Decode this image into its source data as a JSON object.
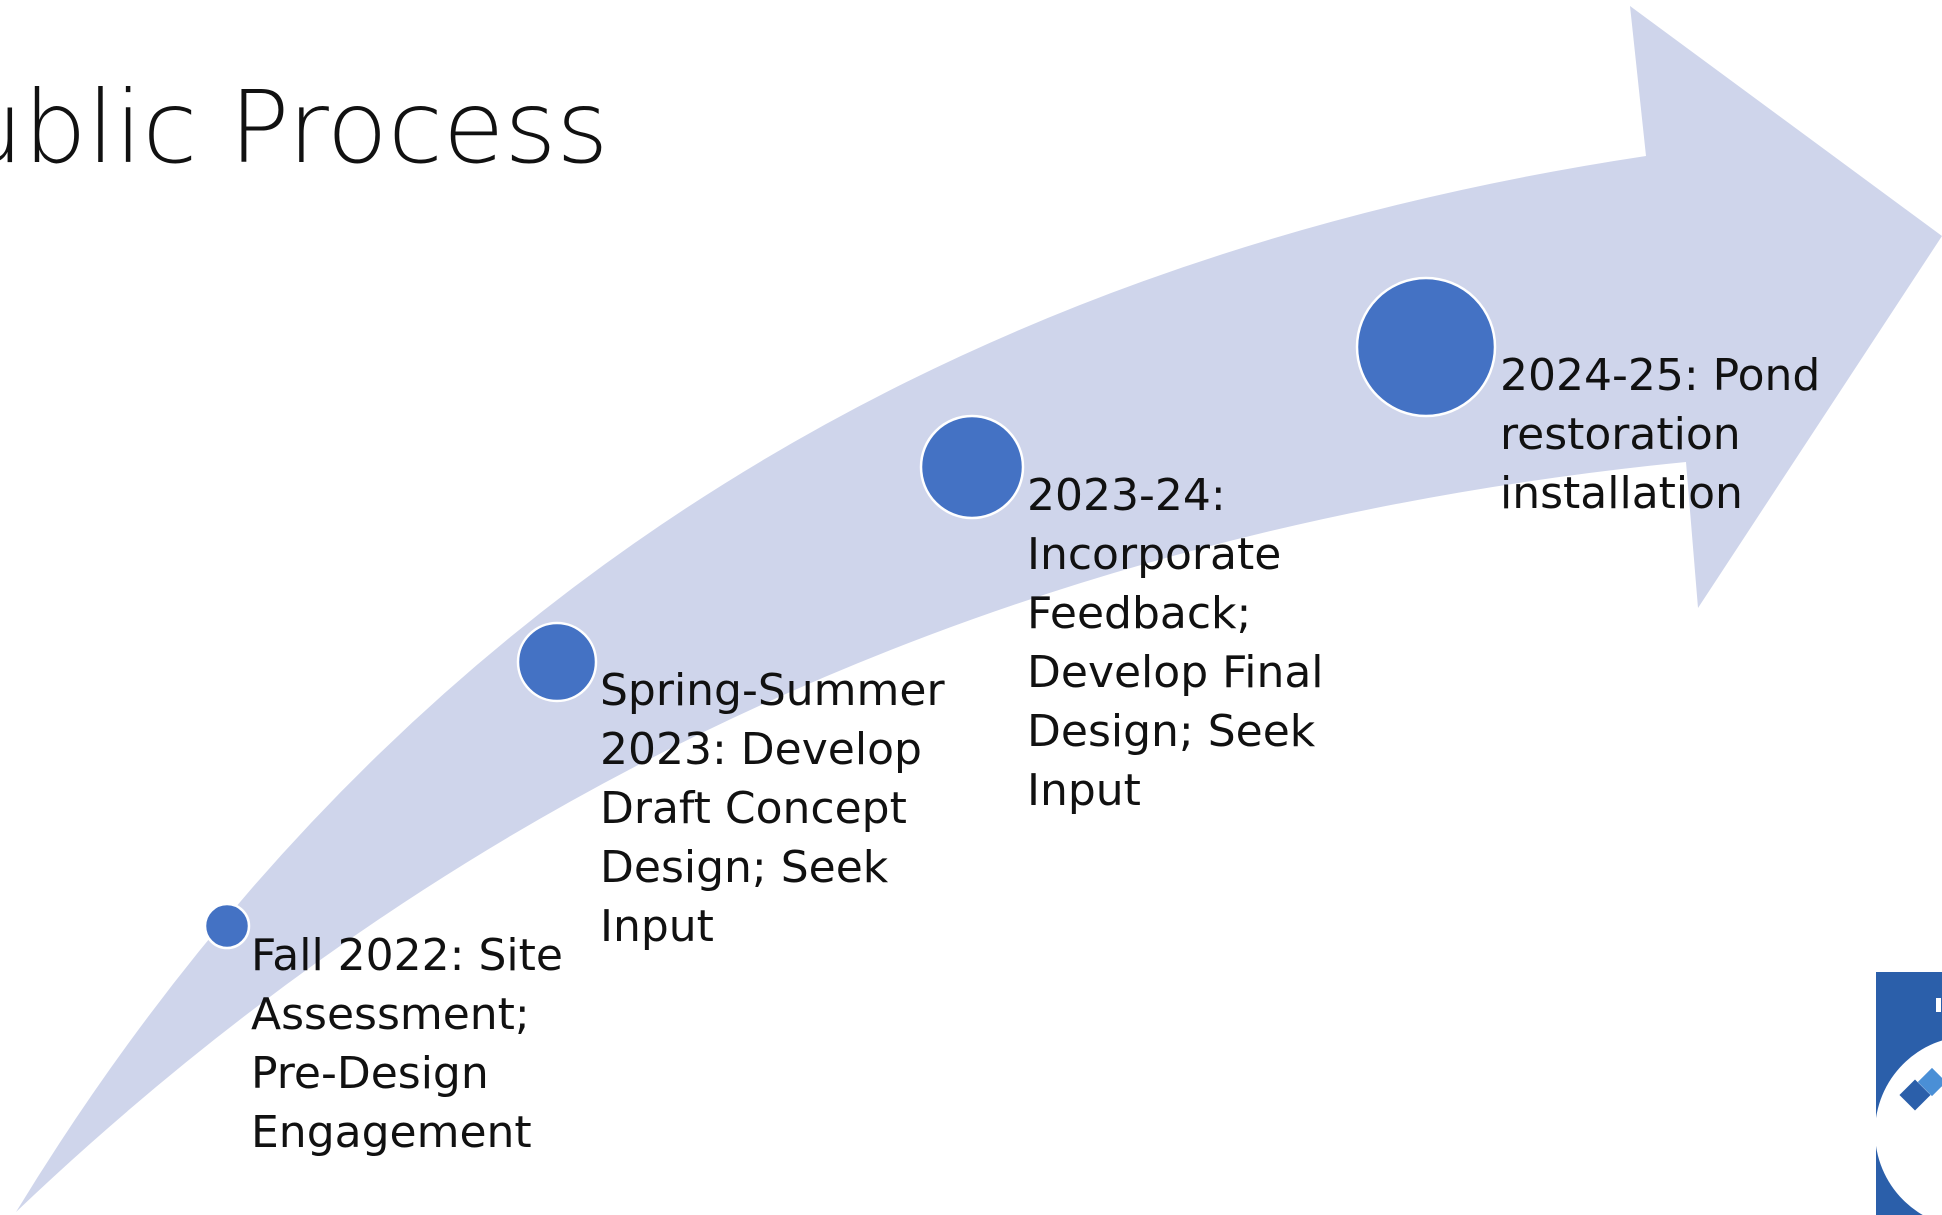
{
  "slide": {
    "title": "ublic Process"
  },
  "colors": {
    "arrow_fill": "#cfd5eb",
    "milestone_fill": "#4472c4",
    "milestone_stroke": "#ffffff",
    "text": "#111111",
    "logo_blue": "#2b5faa"
  },
  "milestones": [
    {
      "label": "Fall 2022: Site\nAssessment;\nPre-Design\nEngagement"
    },
    {
      "label": "Spring-Summer\n2023: Develop\nDraft Concept\nDesign; Seek\nInput"
    },
    {
      "label": "2023-24:\nIncorporate\nFeedback;\nDevelop Final\nDesign; Seek\nInput"
    },
    {
      "label": "2024-25: Pond\nrestoration\ninstallation"
    }
  ],
  "logo": {
    "icon": "diamond-logo-icon"
  }
}
